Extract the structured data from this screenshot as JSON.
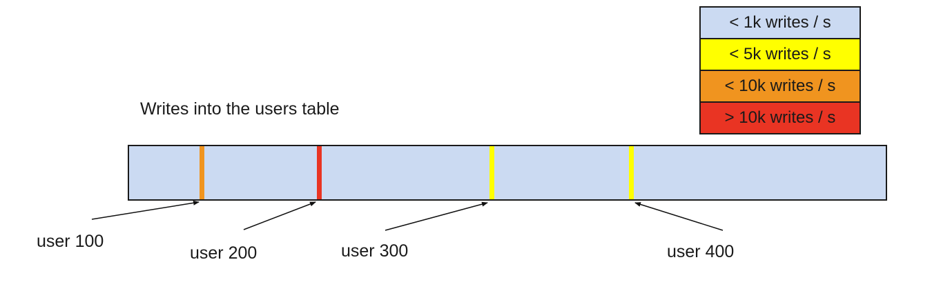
{
  "title": "Writes into the users table",
  "legend": {
    "items": [
      {
        "label": "< 1k writes / s",
        "color": "#cbdaf2"
      },
      {
        "label": "< 5k writes / s",
        "color": "#ffff00"
      },
      {
        "label": "< 10k writes / s",
        "color": "#f0941f"
      },
      {
        "label": "> 10k writes / s",
        "color": "#e93423"
      }
    ]
  },
  "bar": {
    "fill": "#cbdaf2",
    "markers": [
      {
        "user": "user 100",
        "rate_category": "< 10k writes / s",
        "color": "#f0941f"
      },
      {
        "user": "user 200",
        "rate_category": "> 10k writes / s",
        "color": "#e93423"
      },
      {
        "user": "user 300",
        "rate_category": "< 5k writes / s",
        "color": "#ffff00"
      },
      {
        "user": "user 400",
        "rate_category": "< 5k writes / s",
        "color": "#ffff00"
      }
    ]
  }
}
